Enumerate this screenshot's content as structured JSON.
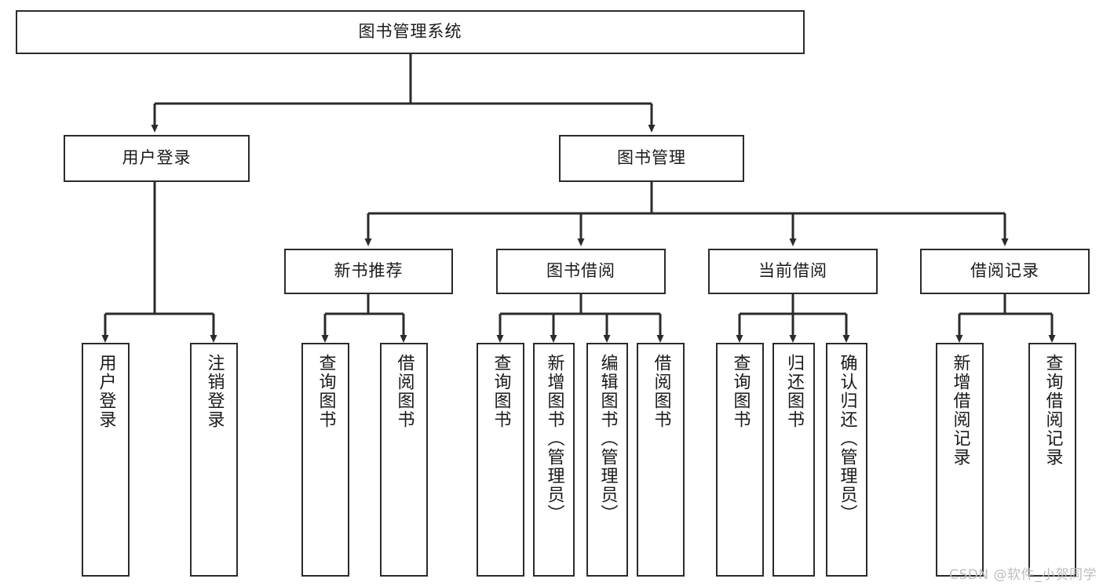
{
  "diagram": {
    "title": "图书管理系统",
    "watermark": "CSDN @软件_小贺同学",
    "line_color": "#2b2b2b",
    "box_fill": "#ffffff",
    "text_color": "#1a1a1a",
    "watermark_color": "#bdbdbd",
    "levels": {
      "root": {
        "label": "图书管理系统"
      },
      "level2": [
        {
          "label": "用户登录"
        },
        {
          "label": "图书管理"
        }
      ],
      "level3": [
        {
          "label": "新书推荐"
        },
        {
          "label": "图书借阅"
        },
        {
          "label": "当前借阅"
        },
        {
          "label": "借阅记录"
        }
      ],
      "leaves": {
        "user_login": [
          {
            "label": "用户登录"
          },
          {
            "label": "注销登录"
          }
        ],
        "new_book_recommend": [
          {
            "label": "查询图书"
          },
          {
            "label": "借阅图书"
          }
        ],
        "book_borrow": [
          {
            "label": "查询图书"
          },
          {
            "label": "新增图书（管理员）"
          },
          {
            "label": "编辑图书（管理员）"
          },
          {
            "label": "借阅图书"
          }
        ],
        "current_borrow": [
          {
            "label": "查询图书"
          },
          {
            "label": "归还图书"
          },
          {
            "label": "确认归还（管理员）"
          }
        ],
        "borrow_record": [
          {
            "label": "新增借阅记录"
          },
          {
            "label": "查询借阅记录"
          }
        ]
      }
    }
  }
}
